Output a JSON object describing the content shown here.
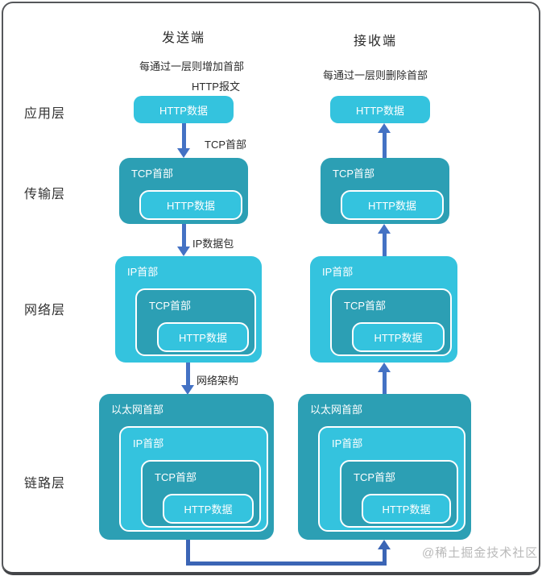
{
  "diagram": {
    "sender": {
      "title": "发送端",
      "note": "每通过一层则增加首部",
      "message_label": "HTTP报文"
    },
    "receiver": {
      "title": "接收端",
      "note": "每通过一层则删除首部"
    },
    "layers": {
      "application": "应用层",
      "transport": "传输层",
      "network": "网络层",
      "link": "链路层"
    },
    "blocks": {
      "http_data": "HTTP数据",
      "tcp_header": "TCP首部",
      "ip_header": "IP首部",
      "ethernet_header": "以太网首部"
    },
    "arrow_labels": {
      "tcp_header": "TCP首部",
      "ip_packet": "IP数据包",
      "network_arch": "网络架构"
    },
    "watermark": "@稀土掘金技术社区",
    "colors": {
      "teal_dark": "#2c9fb4",
      "teal_light": "#34c3de",
      "arrow_blue": "#4472c4",
      "connector_blue": "#3b65b5",
      "text_dark": "#2b2b2b",
      "watermark_gray": "#b9b9b9"
    }
  }
}
